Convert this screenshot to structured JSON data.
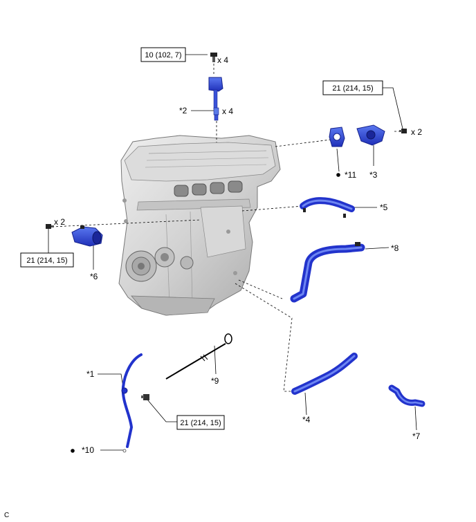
{
  "torque": {
    "t1": "10 (102, 7)",
    "t2": "21 (214, 15)",
    "t3": "21 (214, 15)",
    "t4": "21 (214, 15)"
  },
  "quantities": {
    "q1": "x 4",
    "q2": "x 4",
    "q3": "x 2",
    "q4": "x 2"
  },
  "callouts": {
    "c1": "*1",
    "c2": "*2",
    "c3": "*3",
    "c4": "*4",
    "c5": "*5",
    "c6": "*6",
    "c7": "*7",
    "c8": "*8",
    "c9": "*9",
    "c10": "*10",
    "c11": "*11"
  },
  "figure_code": "C",
  "colors": {
    "part_blue": "#2233cc",
    "part_blue_light": "#4a66ee",
    "engine_gray": "#c9c9c9",
    "engine_dark": "#8e8e8e"
  }
}
